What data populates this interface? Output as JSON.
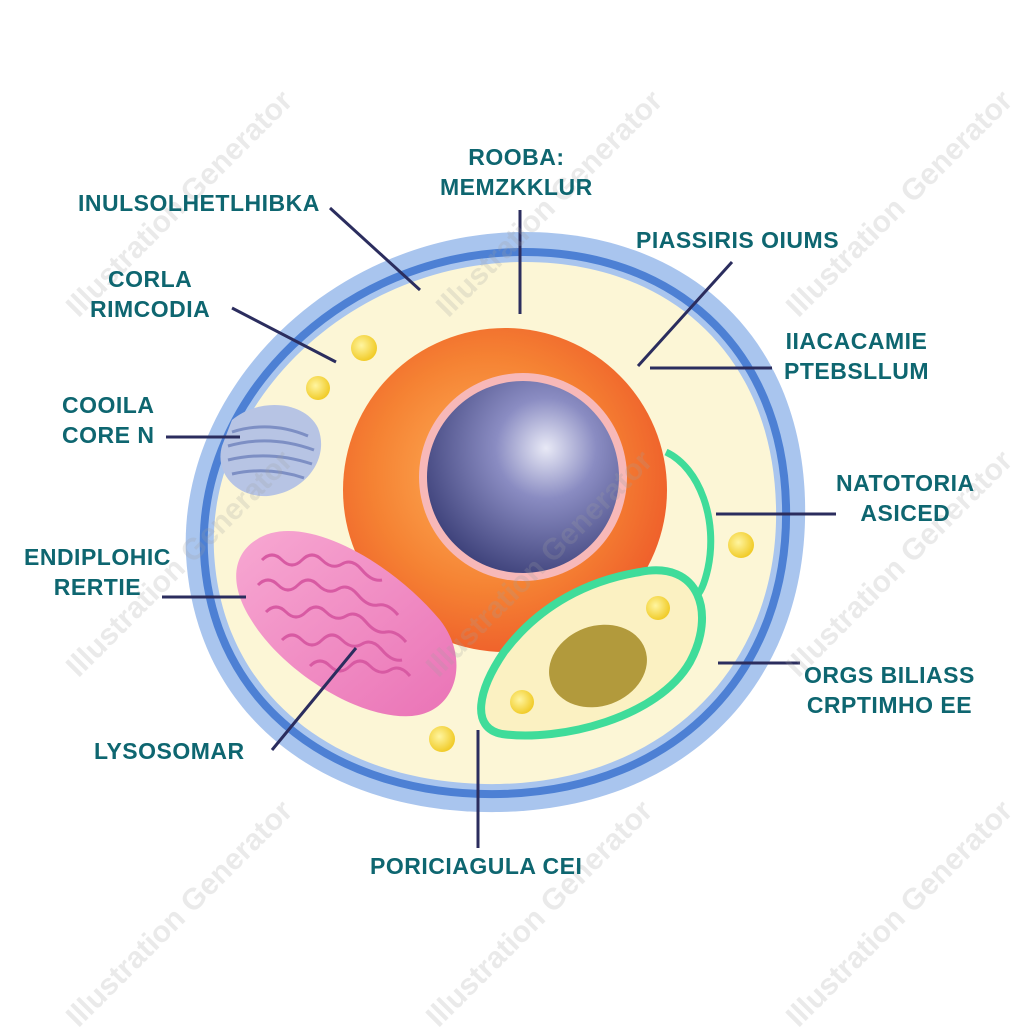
{
  "diagram": {
    "labels": {
      "top_center": [
        "ROOBA:",
        "MEMZKKLUR"
      ],
      "top_left": "INULSOLHETLHIBKA",
      "corla": [
        "CORLA",
        "RIMCODIA"
      ],
      "cooila": [
        "COOILA",
        "CORE N"
      ],
      "endiplohic": [
        "ENDIPLOHIC",
        "RERTIE"
      ],
      "lysosomar": "LYSOSOMAR",
      "bottom": "PORICIAGULA CEI",
      "piassiris": "PIASSIRIS OIUMS",
      "iiacacamie": [
        "IIACACAMIE",
        "PTEBSLLUM"
      ],
      "natotoria": [
        "NATOTORIA",
        "ASICED"
      ],
      "orgs": [
        "ORGS BILIASS",
        "CRPTIMHO EE"
      ]
    },
    "watermark_text": "Illustration Generator",
    "colors": {
      "label_text": "#0e6670",
      "leader_line": "#2b2d5e",
      "cell_membrane": "#a7c3ec",
      "membrane_line": "#4a7fd2",
      "cytoplasm": "#fbf6d6",
      "nucleus": "#f27a2d",
      "nucleolus": "#3b3f7a",
      "mitochondrion": "#f093c7",
      "vacuole_outline": "#3fd89a",
      "vacuole_core": "#b39a3a",
      "golgi": "#9fb0d8",
      "granule": "#f4d63a"
    }
  }
}
